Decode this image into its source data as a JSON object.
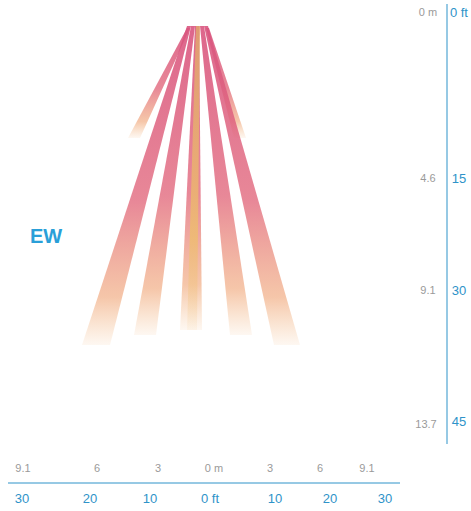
{
  "diagram": {
    "labels": [
      "EW",
      "0 m",
      "0 ft",
      "4.6",
      "15",
      "9.1",
      "30",
      "13.7",
      "45",
      "9.1",
      "6",
      "3",
      "0 m",
      "3",
      "6",
      "9.1",
      "30",
      "20",
      "10",
      "0 ft",
      "10",
      "20",
      "30"
    ]
  }
}
